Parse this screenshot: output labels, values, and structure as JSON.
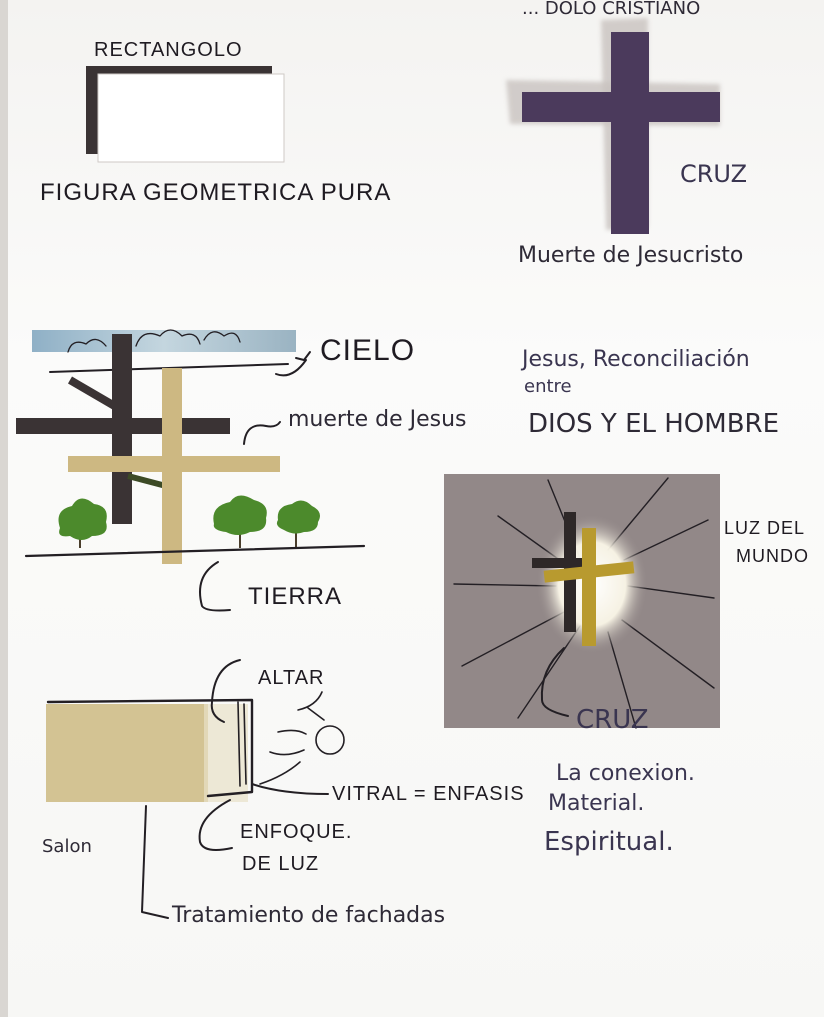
{
  "sheet": {
    "top_cut_text": "... DOLO CRISTIANO",
    "panel1": {
      "label_top": "RECTANGOLO",
      "label_bottom": "FIGURA GEOMETRICA PURA"
    },
    "panel2": {
      "label": "CRUZ",
      "caption": "Muerte de Jesucristo"
    },
    "panel3": {
      "sky": "CIELO",
      "middle": "muerte de Jesus",
      "ground": "TIERRA"
    },
    "panel4": {
      "line1": "Jesus, Reconciliación",
      "line2": "entre",
      "line3": "DIOS Y EL HOMBRE"
    },
    "panel5": {
      "side_label_1": "LUZ DEL",
      "side_label_2": "MUNDO",
      "cruz": "CRUZ",
      "note1": "La conexion.",
      "note2": "Material.",
      "note3": "Espiritual."
    },
    "panel6": {
      "altar": "ALTAR",
      "vitral": "VITRAL = ENFASIS",
      "enfoque_1": "ENFOQUE.",
      "enfoque_2": "DE LUZ",
      "salon": "Salon",
      "fachadas": "Tratamiento de fachadas"
    }
  },
  "colors": {
    "paper": "#f7f7f5",
    "cross_purple": "#4b3a5c",
    "cross_gold": "#b89a2f",
    "cross_tan": "#cdb882",
    "tree_green": "#4c8a2c",
    "sky_blue": "#9fb7c7",
    "grey_panel": "#928888",
    "block_beige": "#d3c393"
  }
}
